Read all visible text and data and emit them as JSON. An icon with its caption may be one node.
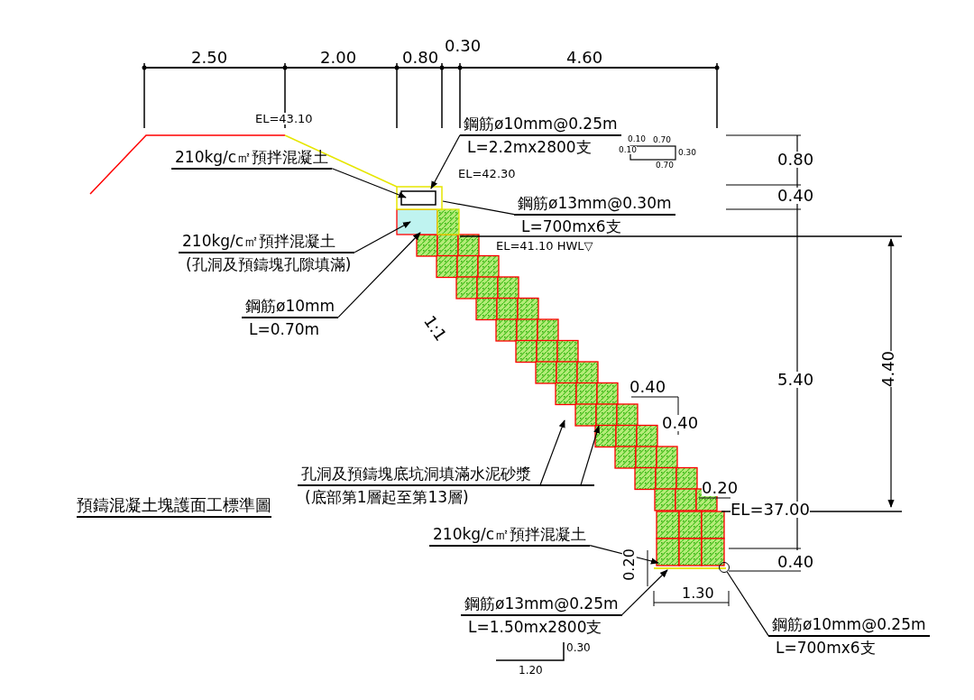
{
  "diagram": {
    "title": "預鑄混凝土塊護面工標準圖",
    "nodes": [
      {
        "text": [
          "210kg/c㎡預拌混凝土"
        ]
      },
      {
        "text": [
          "鋼筋ø10mm@0.25m",
          "L=2.2mx2800支"
        ]
      },
      {
        "text": [
          "鋼筋ø13mm@0.30m",
          "L=700mx6支"
        ]
      },
      {
        "text": [
          "210kg/c㎡預拌混凝土",
          "(孔洞及預鑄塊孔隙填滿)"
        ]
      },
      {
        "text": [
          "鋼筋ø10mm",
          "L=0.70m"
        ]
      },
      {
        "text": [
          "孔洞及預鑄塊底坑洞填滿水泥砂漿",
          "(底部第1層起至第13層)"
        ]
      },
      {
        "text": [
          "210kg/c㎡預拌混凝土"
        ]
      },
      {
        "text": [
          "鋼筋ø13mm@0.25m",
          "L=1.50mx2800支"
        ]
      },
      {
        "text": [
          "鋼筋ø10mm@0.25m",
          "L=700mx6支"
        ]
      },
      {
        "text": [],
        "shape": "circle"
      }
    ],
    "edges": [
      {
        "from": 0,
        "to": null,
        "arrow": "to"
      },
      {
        "from": 1,
        "to": null,
        "arrow": "to"
      },
      {
        "from": 2,
        "to": null,
        "arrow": "none"
      },
      {
        "from": 3,
        "to": null,
        "arrow": "to"
      },
      {
        "from": 4,
        "to": null,
        "arrow": "to"
      },
      {
        "from": 5,
        "to": null,
        "arrow": "to"
      },
      {
        "from": 5,
        "to": null,
        "arrow": "to"
      },
      {
        "from": 6,
        "to": null,
        "arrow": "to"
      },
      {
        "from": 7,
        "to": null,
        "arrow": "to"
      },
      {
        "from": 8,
        "to": 9,
        "arrow": "none"
      }
    ],
    "labels": [
      "2.50",
      "2.00",
      "0.80",
      "0.30",
      "4.60",
      "EL=43.10",
      "0.10",
      "0.10",
      "0.70",
      "0.30",
      "0.70",
      "0.80",
      "EL=42.30",
      "0.40",
      "EL=41.10 HWL▽",
      "4.40",
      "1:1",
      "5.40",
      "0.40",
      "0.40",
      "0.20",
      "EL=37.00",
      "0.20",
      "0.40",
      "1.30",
      "0.30",
      "1.20"
    ]
  }
}
